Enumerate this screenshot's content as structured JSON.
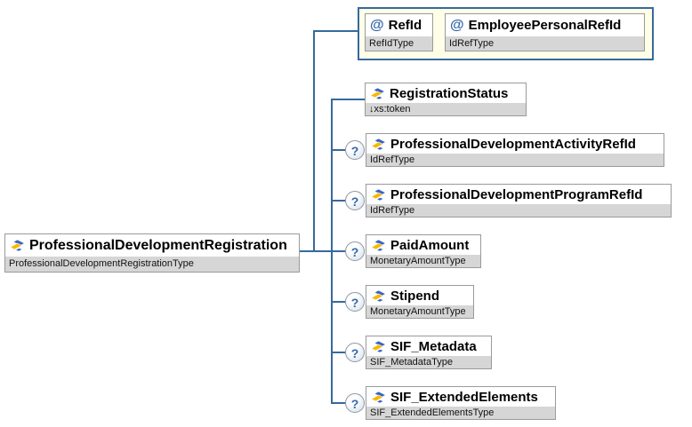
{
  "colors": {
    "connector_blue": "#36699e",
    "attr_container_bg": "#ffffe8",
    "attr_container_border": "#36699e",
    "node_border_gray": "#9a9a9a",
    "type_strip_gray": "#d6d6d6",
    "at_symbol_blue": "#3366aa",
    "question_mark_blue": "#3366aa",
    "icon_yellow": "#f5ba05",
    "icon_blue": "#3a63c4"
  },
  "root": {
    "name": "ProfessionalDevelopmentRegistration",
    "type": "ProfessionalDevelopmentRegistrationType"
  },
  "attributes": [
    {
      "marker": "@",
      "name": "RefId",
      "type": "RefIdType"
    },
    {
      "marker": "@",
      "name": "EmployeePersonalRefId",
      "type": "IdRefType"
    }
  ],
  "children": [
    {
      "occurrence": "",
      "name": "RegistrationStatus",
      "type": "↓xs:token"
    },
    {
      "occurrence": "?",
      "name": "ProfessionalDevelopmentActivityRefId",
      "type": "IdRefType"
    },
    {
      "occurrence": "?",
      "name": "ProfessionalDevelopmentProgramRefId",
      "type": "IdRefType"
    },
    {
      "occurrence": "?",
      "name": "PaidAmount",
      "type": "MonetaryAmountType"
    },
    {
      "occurrence": "?",
      "name": "Stipend",
      "type": "MonetaryAmountType"
    },
    {
      "occurrence": "?",
      "name": "SIF_Metadata",
      "type": "SIF_MetadataType"
    },
    {
      "occurrence": "?",
      "name": "SIF_ExtendedElements",
      "type": "SIF_ExtendedElementsType"
    }
  ]
}
